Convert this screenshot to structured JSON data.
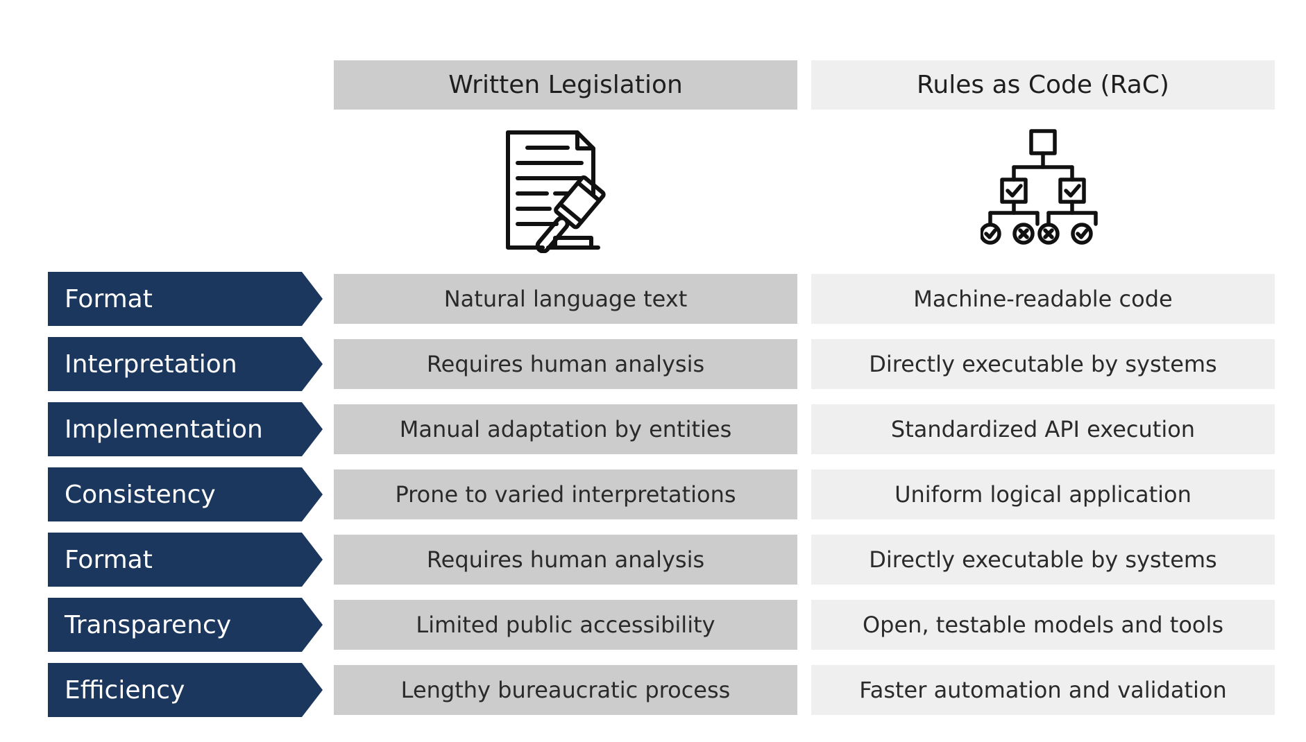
{
  "header": {
    "left": "Written Legislation",
    "right": "Rules as Code (RaC)"
  },
  "icons": {
    "left": "legal-document-gavel-icon",
    "right": "decision-tree-icon"
  },
  "colors": {
    "label_bg": "#1c375e",
    "left_cell_bg": "#cccccc",
    "right_cell_bg": "#efefef"
  },
  "rows": [
    {
      "label": "Format",
      "left": "Natural language text",
      "right": "Machine-readable code"
    },
    {
      "label": "Interpretation",
      "left": "Requires human analysis",
      "right": "Directly executable by systems"
    },
    {
      "label": "Implementation",
      "left": "Manual adaptation by entities",
      "right": "Standardized API execution"
    },
    {
      "label": "Consistency",
      "left": "Prone to varied interpretations",
      "right": "Uniform logical application"
    },
    {
      "label": "Format",
      "left": "Requires human analysis",
      "right": "Directly executable by systems"
    },
    {
      "label": "Transparency",
      "left": "Limited public accessibility",
      "right": "Open, testable models and tools"
    },
    {
      "label": "Efficiency",
      "left": "Lengthy bureaucratic process",
      "right": "Faster automation and validation"
    }
  ]
}
